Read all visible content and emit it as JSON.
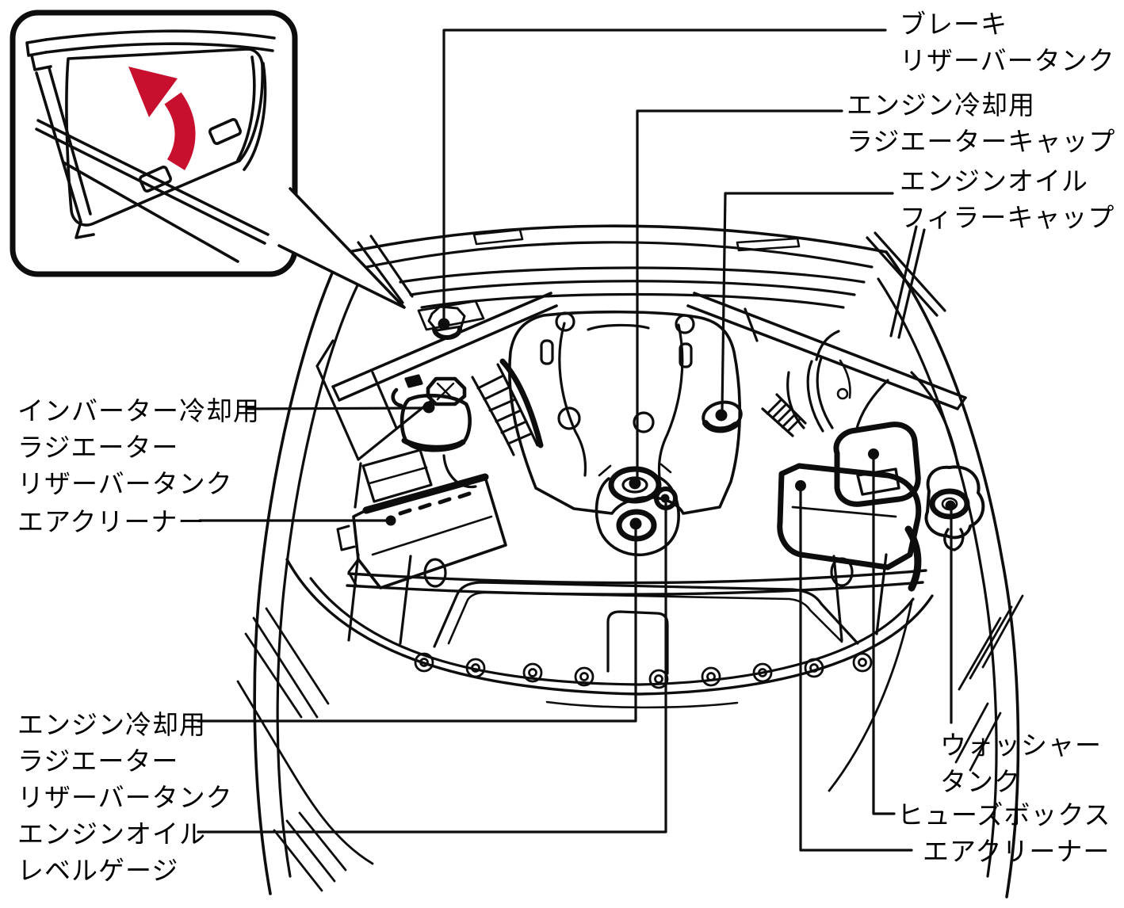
{
  "figure": {
    "type": "engine-compartment-callout-diagram",
    "background": "#ffffff",
    "line_color": "#0d0d0d",
    "accent_red": "#c8102e"
  },
  "inset": {
    "name": "hood-open-detail",
    "arrow_icon": "red-curved-arrow"
  },
  "labels": {
    "brake_reservoir": {
      "lines": [
        "ブレーキ",
        "リザーバータンク"
      ]
    },
    "engine_coolant_radiator_cap": {
      "lines": [
        "エンジン冷却用",
        "ラジエーターキャップ"
      ]
    },
    "engine_oil_filler_cap": {
      "lines": [
        "エンジンオイル",
        "フィラーキャップ"
      ]
    },
    "inverter_coolant_reservoir": {
      "lines": [
        "インバーター冷却用",
        "ラジエーター",
        "リザーバータンク"
      ]
    },
    "air_cleaner_left": {
      "lines": [
        "エアクリーナー"
      ]
    },
    "engine_coolant_reservoir": {
      "lines": [
        "エンジン冷却用",
        "ラジエーター",
        "リザーバータンク"
      ]
    },
    "engine_oil_level_gauge": {
      "lines": [
        "エンジンオイル",
        "レベルゲージ"
      ]
    },
    "washer_tank": {
      "lines": [
        "ウォッシャー",
        "タンク"
      ]
    },
    "fuse_box": {
      "lines": [
        "ヒューズボックス"
      ]
    },
    "air_cleaner_right": {
      "lines": [
        "エアクリーナー"
      ]
    }
  }
}
